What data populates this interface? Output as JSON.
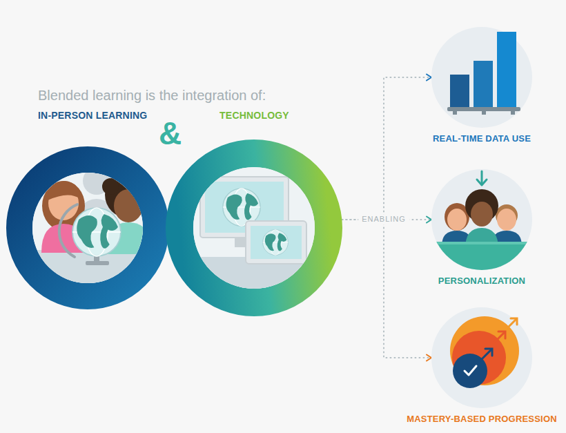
{
  "diagram": {
    "title": "Blended learning is the integration of:",
    "nodes": [
      {
        "text": [
          "IN-PERSON LEARNING"
        ]
      },
      {
        "text": [
          "TECHNOLOGY"
        ]
      },
      {
        "text": [
          "REAL-TIME DATA USE"
        ]
      },
      {
        "text": [
          "PERSONALIZATION"
        ]
      },
      {
        "text": [
          "MASTERY-BASED PROGRESSION"
        ]
      }
    ],
    "edges": [
      {
        "from": 1,
        "to": 2,
        "arrow": "to"
      },
      {
        "from": 1,
        "to": 3,
        "label": "ENABLING",
        "arrow": "to"
      },
      {
        "from": 1,
        "to": 4,
        "arrow": "to"
      }
    ],
    "labels": [
      "&"
    ]
  }
}
